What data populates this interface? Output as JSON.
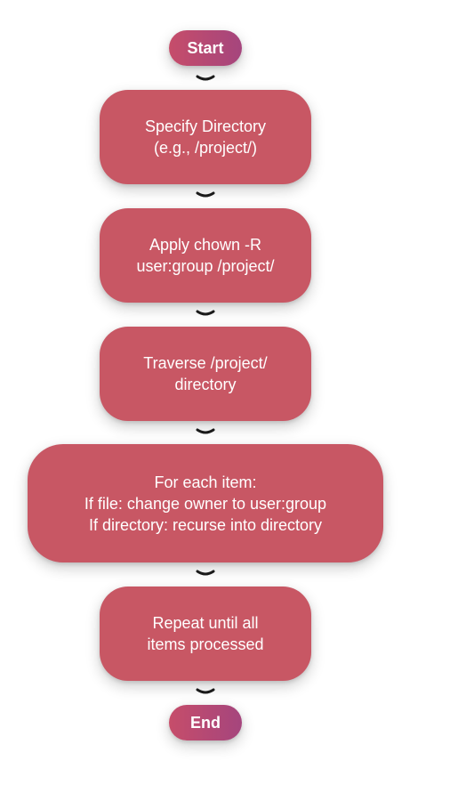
{
  "flow": {
    "start": "Start",
    "end": "End",
    "steps": [
      {
        "lines": [
          "Specify Directory",
          "(e.g., /project/)"
        ]
      },
      {
        "lines": [
          "Apply chown -R",
          "user:group /project/"
        ]
      },
      {
        "lines": [
          "Traverse /project/",
          "directory"
        ]
      },
      {
        "lines": [
          "For each item:",
          "If file: change owner to user:group",
          "If directory: recurse into directory"
        ]
      },
      {
        "lines": [
          "Repeat until all",
          "items processed"
        ]
      }
    ]
  },
  "colors": {
    "box": "#c85764",
    "pill_start": "#c64d6a",
    "pill_end": "#a5457d",
    "connector": "#1a1a1a",
    "text": "#ffffff"
  }
}
